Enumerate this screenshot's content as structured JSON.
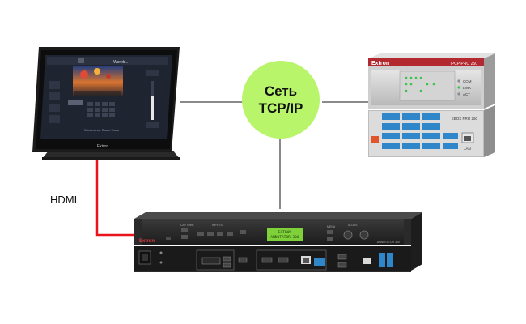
{
  "network_bubble": {
    "line1": "Сеть",
    "line2": "TCP/IP",
    "color": "#b8f56b"
  },
  "hdmi_label": "HDMI",
  "hdmi_line_color": "#e8141b",
  "network_line_color": "#8a8a8a",
  "touch_panel": {
    "brand": "Extron",
    "app_title": "Wondr...",
    "screen_bottom_text": "Conference Room Tools"
  },
  "ipcp": {
    "brand": "Extron",
    "model": "IPCP PRO 250",
    "leds": [
      "COM",
      "LINK",
      "ACT"
    ]
  },
  "eboxp": {
    "model": "EBOX PRO 250",
    "lan_label": "LAN"
  },
  "annotator": {
    "brand": "Extron",
    "lcd_line1": "EXTRON",
    "lcd_line2": "ANNOTATOR 300",
    "model": "ANNOTATOR 300",
    "front_labels": [
      "CAPTURE",
      "INPUTS",
      "MENU",
      "ADJUST"
    ]
  }
}
